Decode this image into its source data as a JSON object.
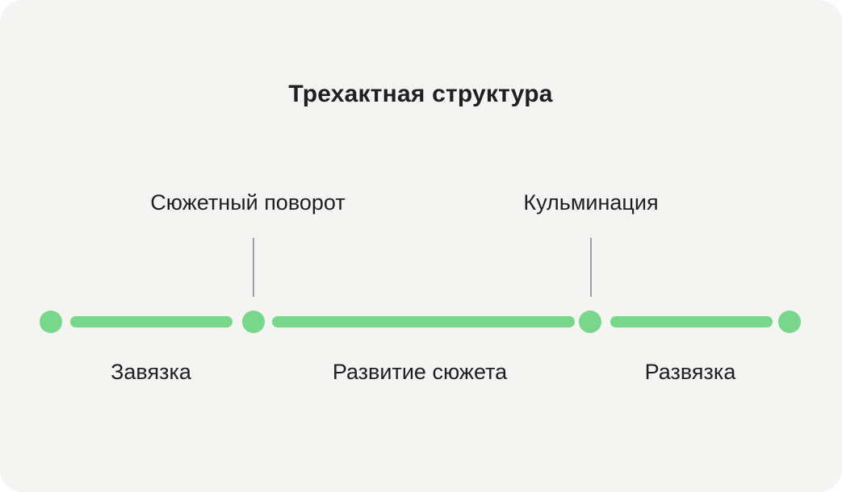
{
  "title": "Трехактная структура",
  "colors": {
    "page": "#ffffff",
    "card_background": "#f4f4f2",
    "accent_green": "#79d78b",
    "tick_gray": "#9f9f9f",
    "text_dark": "#1f1f1f"
  },
  "milestones": [
    {
      "label": "Сюжетный поворот"
    },
    {
      "label": "Кульминация"
    }
  ],
  "acts": [
    {
      "label": "Завязка"
    },
    {
      "label": "Развитие сюжета"
    },
    {
      "label": "Развязка"
    }
  ]
}
